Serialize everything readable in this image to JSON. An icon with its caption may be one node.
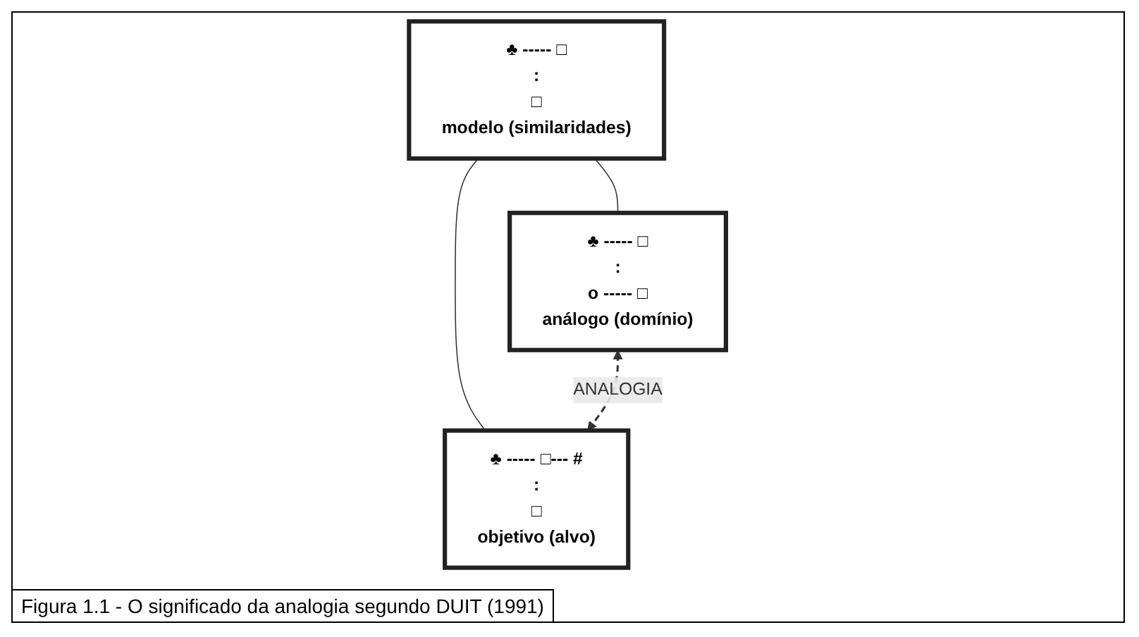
{
  "diagram": {
    "caption": "Figura 1.1 -  O significado da analogia segundo DUIT (1991)",
    "nodes": [
      {
        "text": [
          "♣ ----- □",
          ":",
          "□",
          "modelo (similaridades)"
        ]
      },
      {
        "text": [
          "♣ ----- □",
          ":",
          "o ----- □",
          "análogo (domínio)"
        ]
      },
      {
        "text": [
          "♣ ----- □--- #",
          ":",
          "□",
          "objetivo (alvo)"
        ]
      }
    ],
    "edges": [
      {
        "from": 0,
        "to": 1,
        "arrow": "none"
      },
      {
        "from": 0,
        "to": 2,
        "arrow": "none"
      },
      {
        "from": 1,
        "to": 2,
        "arrow": "both",
        "label": "ANALOGIA",
        "style": "dashed"
      }
    ]
  }
}
